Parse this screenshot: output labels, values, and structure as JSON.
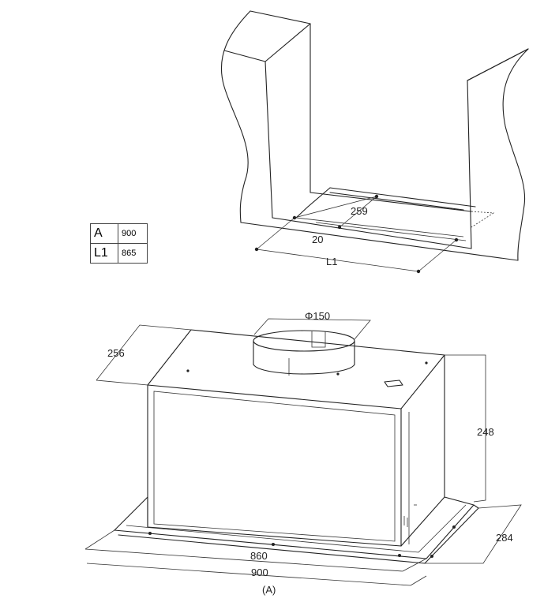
{
  "table": {
    "rows": [
      {
        "key": "A",
        "value": "900"
      },
      {
        "key": "L1",
        "value": "865"
      }
    ]
  },
  "cabinet_dims": {
    "depth": "259",
    "offset": "20",
    "length": "L1"
  },
  "hood_dims": {
    "duct": "Φ150",
    "depth_top": "256",
    "height": "248",
    "depth": "284",
    "inner_width": "860",
    "outer_width": "900",
    "caption": "(A)"
  }
}
